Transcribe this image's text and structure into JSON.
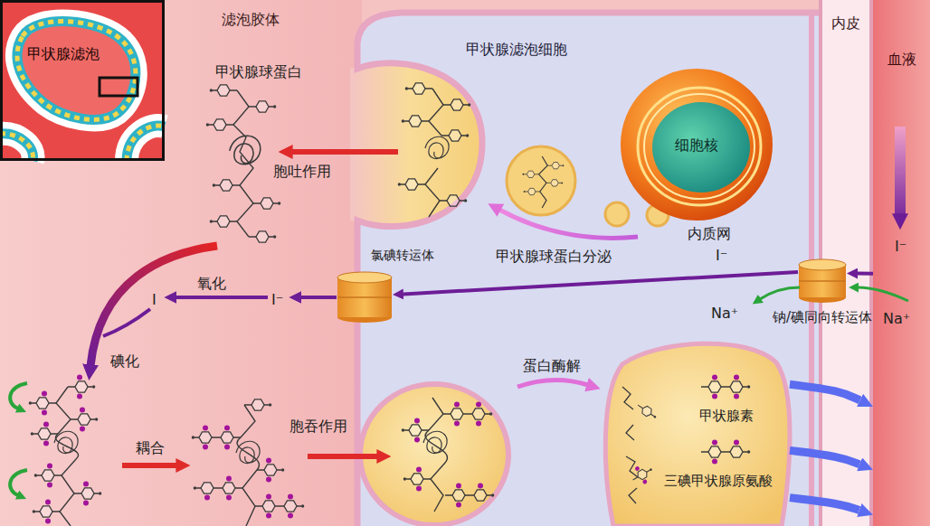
{
  "diagram": {
    "nodes": [
      {
        "text": [
          "甲状腺滤泡"
        ]
      },
      {
        "text": [
          "滤泡胶体"
        ]
      },
      {
        "text": [
          "甲状腺滤泡细胞"
        ]
      },
      {
        "text": [
          "细胞核"
        ],
        "in": 2
      },
      {
        "text": [
          "氯碘转运体"
        ]
      },
      {
        "text": [
          "钠/碘同向转运体"
        ]
      },
      {
        "text": [
          "甲状腺素",
          "三碘甲状腺原氨酸"
        ],
        "in": 2
      },
      {
        "text": [
          "内皮"
        ]
      },
      {
        "text": [
          "血液"
        ]
      }
    ],
    "edges": [
      {
        "from": 8,
        "to": 5,
        "arrow": "to"
      },
      {
        "from": 5,
        "to": 4,
        "arrow": "to"
      },
      {
        "from": 6,
        "to": 8,
        "arrow": "to"
      },
      {
        "from": 6,
        "to": 8,
        "arrow": "to"
      },
      {
        "from": 6,
        "to": 8,
        "arrow": "to"
      }
    ],
    "labels": [
      "甲状腺球蛋白",
      "胞吐作用",
      "甲状腺球蛋白分泌",
      "内质网",
      "I⁻",
      "Na⁺",
      "Na⁺",
      "I⁻",
      "I⁻",
      "氧化",
      "I",
      "碘化",
      "耦合",
      "胞吞作用",
      "蛋白酶解"
    ]
  }
}
